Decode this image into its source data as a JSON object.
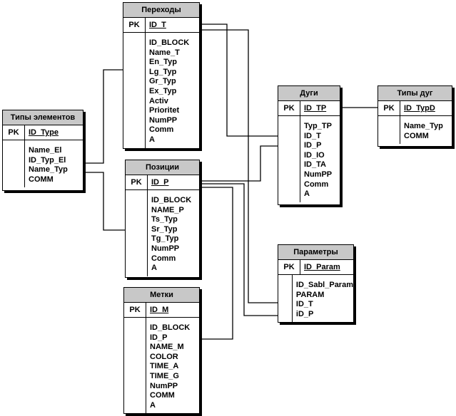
{
  "entities": [
    {
      "id": "perehody",
      "title": "Переходы",
      "pk_label": "PK",
      "pk": "ID_T",
      "fields": [
        "ID_BLOCK",
        "Name_T",
        "En_Typ",
        "Lg_Typ",
        "Gr_Typ",
        "Ex_Typ",
        "Activ",
        "Prioritet",
        "NumPP",
        "Comm",
        "A"
      ]
    },
    {
      "id": "tipy-elementov",
      "title": "Типы элементов",
      "pk_label": "PK",
      "pk": "ID_Type",
      "fields": [
        "Name_El",
        "ID_Typ_El",
        "Name_Typ",
        "COMM"
      ]
    },
    {
      "id": "pozicii",
      "title": "Позиции",
      "pk_label": "PK",
      "pk": "ID_P",
      "fields": [
        "ID_BLOCK",
        "NAME_P",
        "Ts_Typ",
        "Sr_Typ",
        "Tg_Typ",
        "NumPP",
        "Comm",
        "A"
      ]
    },
    {
      "id": "metki",
      "title": "Метки",
      "pk_label": "PK",
      "pk": "ID_M",
      "fields": [
        "ID_BLOCK",
        "ID_P",
        "NAME_M",
        "COLOR",
        "TIME_A",
        "TIME_G",
        "NumPP",
        "COMM",
        "A"
      ]
    },
    {
      "id": "dugi",
      "title": "Дуги",
      "pk_label": "PK",
      "pk": "ID_TP",
      "fields": [
        "Typ_TP",
        "ID_T",
        "ID_P",
        "ID_IO",
        "ID_TA",
        "NumPP",
        "Comm",
        "A"
      ]
    },
    {
      "id": "tipy-dug",
      "title": "Типы дуг",
      "pk_label": "PK",
      "pk": "ID_TypD",
      "fields": [
        "Name_Typ",
        "COMM"
      ]
    },
    {
      "id": "parametry",
      "title": "Параметры",
      "pk_label": "PK",
      "pk": "ID_Param",
      "fields": [
        "ID_Sabl_Param",
        "PARAM",
        "ID_T",
        "iD_P"
      ]
    }
  ]
}
